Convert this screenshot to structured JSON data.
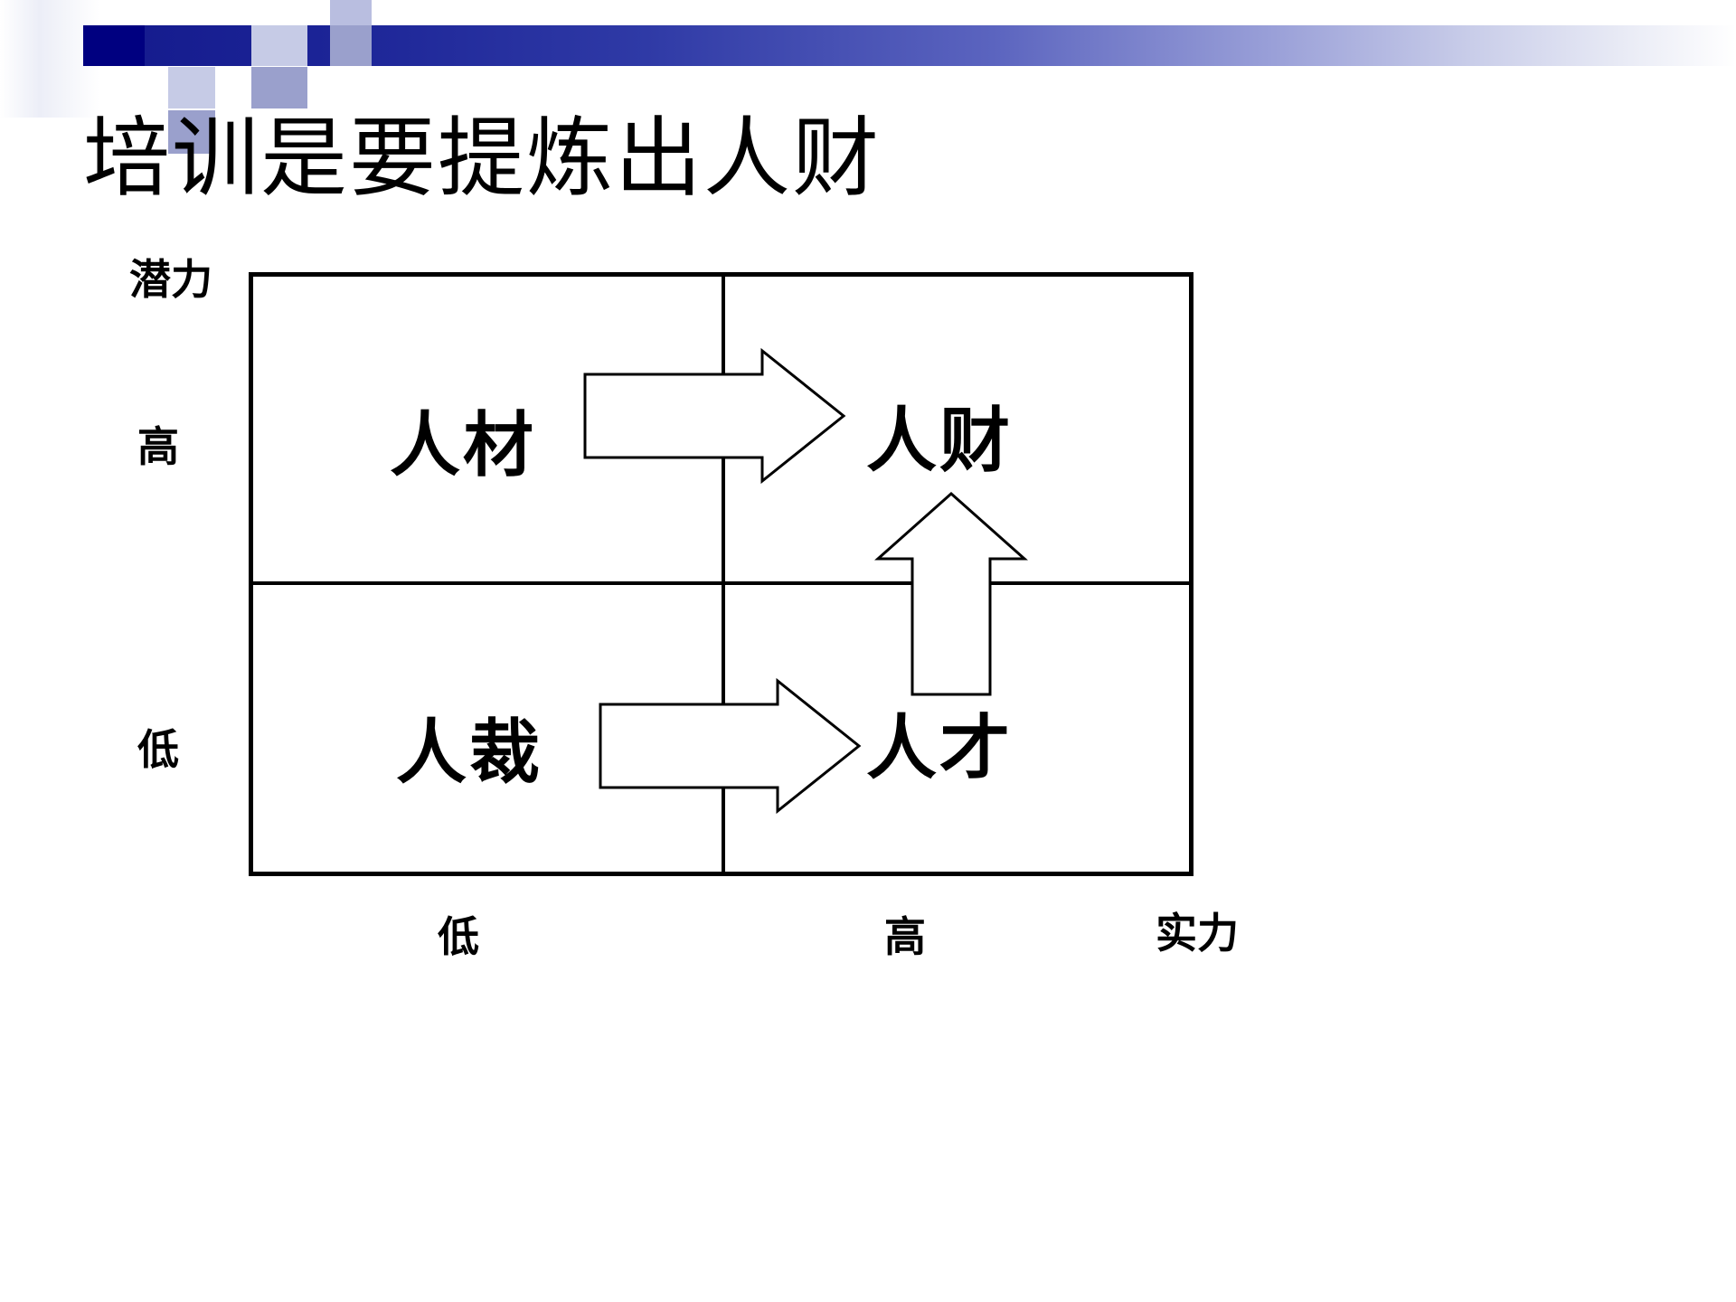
{
  "header": {
    "banner_name": "decorative-gradient-banner",
    "gradient_start": "#141a8c",
    "gradient_end": "#ffffff",
    "accent_square_color": "#000080",
    "accent_square_light": "#c6cbe6",
    "accent_square_mid": "#9aa0cc"
  },
  "slide": {
    "title": "培训是要提炼出人财"
  },
  "chart_data": {
    "type": "matrix",
    "title": "培训是要提炼出人财",
    "xlabel": "实力",
    "ylabel": "潜力",
    "x_ticks": [
      "低",
      "高"
    ],
    "y_ticks": [
      "高",
      "低"
    ],
    "grid": true,
    "quadrants": [
      {
        "id": "top-left",
        "label": "人材",
        "x": "低",
        "y": "高"
      },
      {
        "id": "top-right",
        "label": "人财",
        "x": "高",
        "y": "高"
      },
      {
        "id": "bottom-left",
        "label": "人裁",
        "x": "低",
        "y": "低"
      },
      {
        "id": "bottom-right",
        "label": "人才",
        "x": "高",
        "y": "低"
      }
    ],
    "arrows": [
      {
        "id": "top-horizontal",
        "from": "人材",
        "to": "人财",
        "direction": "right"
      },
      {
        "id": "bottom-horizontal",
        "from": "人裁",
        "to": "人才",
        "direction": "right"
      },
      {
        "id": "right-vertical",
        "from": "人才",
        "to": "人财",
        "direction": "up"
      }
    ]
  },
  "axes": {
    "y_title": "潜力",
    "y_high": "高",
    "y_low": "低",
    "x_low": "低",
    "x_high": "高",
    "x_title": "实力"
  },
  "quadrant_labels": {
    "top_left": "人材",
    "top_right": "人财",
    "bottom_left": "人裁",
    "bottom_right": "人才"
  }
}
